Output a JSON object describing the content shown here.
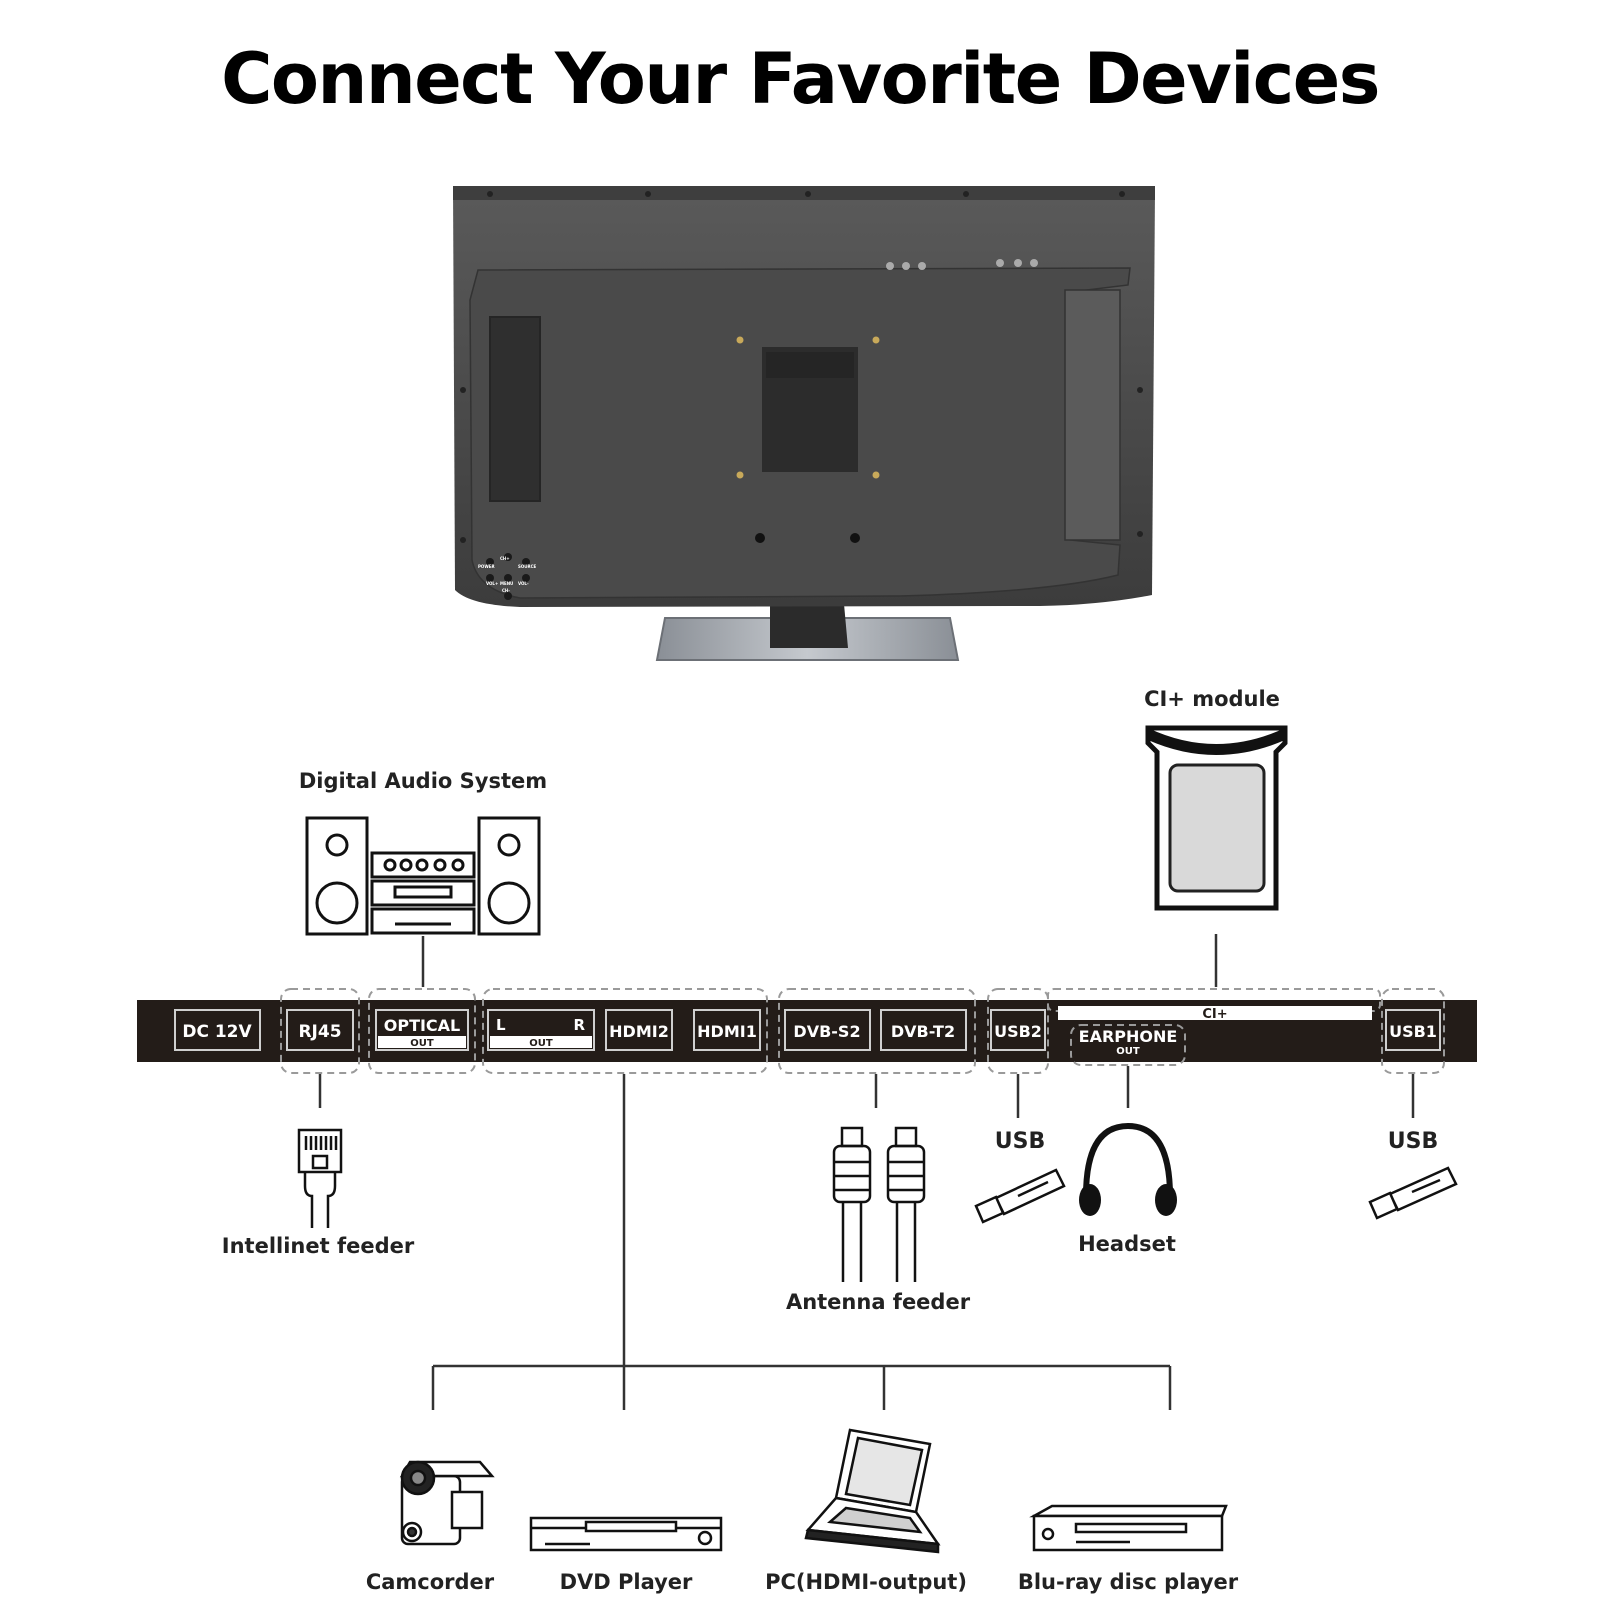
{
  "title": "Connect Your Favorite Devices",
  "ports": {
    "dc": "DC 12V",
    "rj45": "RJ45",
    "optical": "OPTICAL",
    "optical_sub": "OUT",
    "audio_l": "L",
    "audio_r": "R",
    "audio_sub": "OUT",
    "hdmi2": "HDMI2",
    "hdmi1": "HDMI1",
    "dvbs2": "DVB-S2",
    "dvbt2": "DVB-T2",
    "usb2": "USB2",
    "ci": "CI+",
    "earphone": "EARPHONE",
    "earphone_sub": "OUT",
    "usb1": "USB1"
  },
  "devices": {
    "ci_module": "CI+ module",
    "audio_system": "Digital Audio System",
    "intellinet": "Intellinet feeder",
    "antenna": "Antenna feeder",
    "usb_left": "USB",
    "headset": "Headset",
    "usb_right": "USB",
    "camcorder": "Camcorder",
    "dvd": "DVD Player",
    "pc": "PC(HDMI-output)",
    "bluray": "Blu-ray disc player"
  },
  "tv_buttons": [
    "POWER",
    "CH+",
    "SOURCE",
    "VOL+",
    "MENU",
    "VOL-",
    "CH-"
  ]
}
